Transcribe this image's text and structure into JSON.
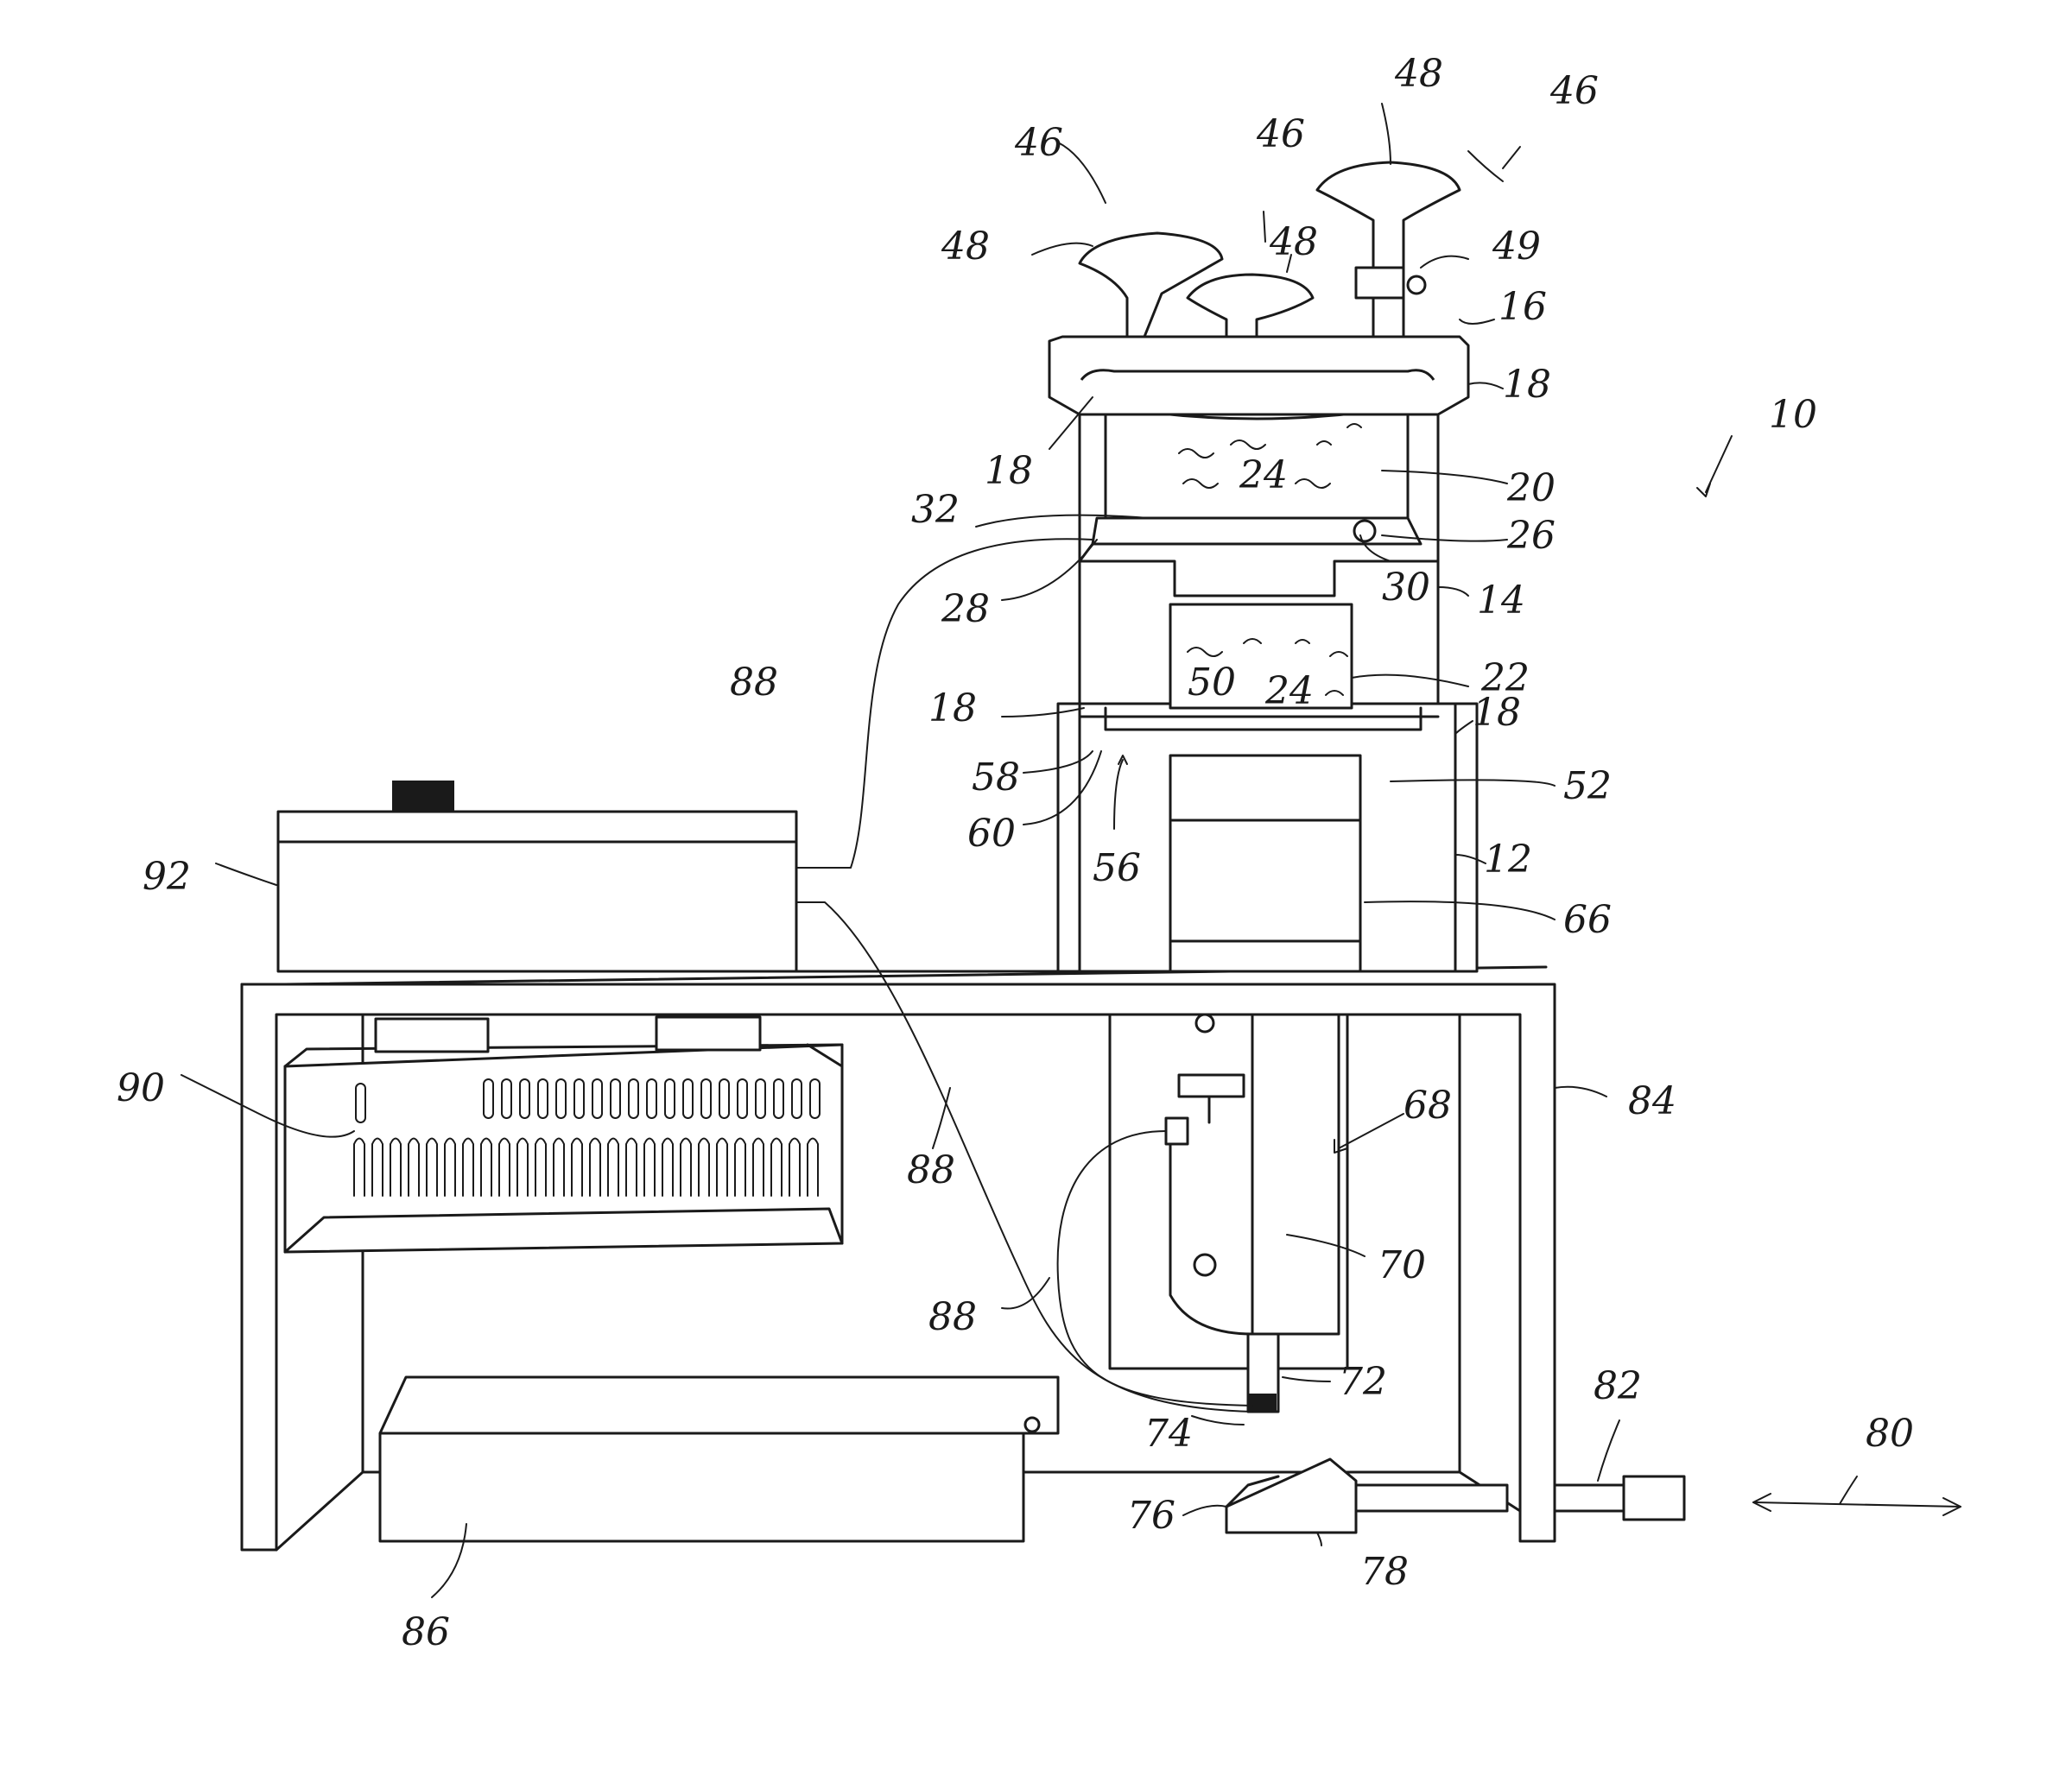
{
  "figure": {
    "labels": [
      {
        "id": "ref-10",
        "text": "10"
      },
      {
        "id": "ref-12",
        "text": "12"
      },
      {
        "id": "ref-14",
        "text": "14"
      },
      {
        "id": "ref-16",
        "text": "16"
      },
      {
        "id": "ref-18a",
        "text": "18"
      },
      {
        "id": "ref-18b",
        "text": "18"
      },
      {
        "id": "ref-18c",
        "text": "18"
      },
      {
        "id": "ref-18d",
        "text": "18"
      },
      {
        "id": "ref-20",
        "text": "20"
      },
      {
        "id": "ref-22",
        "text": "22"
      },
      {
        "id": "ref-24a",
        "text": "24"
      },
      {
        "id": "ref-24b",
        "text": "24"
      },
      {
        "id": "ref-26",
        "text": "26"
      },
      {
        "id": "ref-28",
        "text": "28"
      },
      {
        "id": "ref-30",
        "text": "30"
      },
      {
        "id": "ref-32",
        "text": "32"
      },
      {
        "id": "ref-46a",
        "text": "46"
      },
      {
        "id": "ref-46b",
        "text": "46"
      },
      {
        "id": "ref-46c",
        "text": "46"
      },
      {
        "id": "ref-48a",
        "text": "48"
      },
      {
        "id": "ref-48b",
        "text": "48"
      },
      {
        "id": "ref-48c",
        "text": "48"
      },
      {
        "id": "ref-49",
        "text": "49"
      },
      {
        "id": "ref-50",
        "text": "50"
      },
      {
        "id": "ref-52",
        "text": "52"
      },
      {
        "id": "ref-56",
        "text": "56"
      },
      {
        "id": "ref-58",
        "text": "58"
      },
      {
        "id": "ref-60",
        "text": "60"
      },
      {
        "id": "ref-66",
        "text": "66"
      },
      {
        "id": "ref-68",
        "text": "68"
      },
      {
        "id": "ref-70",
        "text": "70"
      },
      {
        "id": "ref-72",
        "text": "72"
      },
      {
        "id": "ref-74",
        "text": "74"
      },
      {
        "id": "ref-76",
        "text": "76"
      },
      {
        "id": "ref-78",
        "text": "78"
      },
      {
        "id": "ref-80",
        "text": "80"
      },
      {
        "id": "ref-82",
        "text": "82"
      },
      {
        "id": "ref-84",
        "text": "84"
      },
      {
        "id": "ref-86",
        "text": "86"
      },
      {
        "id": "ref-88a",
        "text": "88"
      },
      {
        "id": "ref-88b",
        "text": "88"
      },
      {
        "id": "ref-88c",
        "text": "88"
      },
      {
        "id": "ref-90",
        "text": "90"
      },
      {
        "id": "ref-92",
        "text": "92"
      }
    ]
  }
}
